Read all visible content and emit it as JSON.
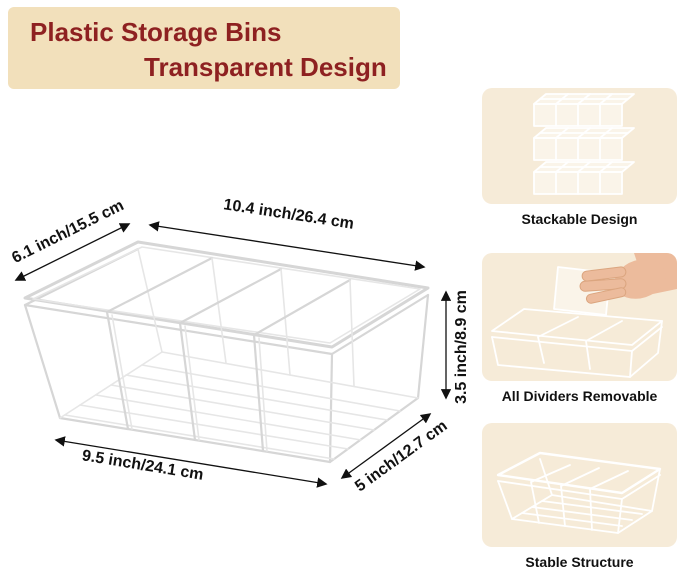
{
  "banner": {
    "line1": "Plastic Storage Bins",
    "line2": "Transparent Design"
  },
  "diagram": {
    "dimensions": {
      "top_width": "10.4 inch/26.4 cm",
      "left_depth": "6.1 inch/15.5 cm",
      "height": "3.5 inch/8.9 cm",
      "bottom_width": "9.5 inch/24.1 cm",
      "right_depth": "5 inch/12.7 cm"
    }
  },
  "features": [
    {
      "label": "Stackable Design",
      "icon": "stacked-bins-icon"
    },
    {
      "label": "All Dividers Removable",
      "icon": "hand-removing-divider-icon"
    },
    {
      "label": "Stable Structure",
      "icon": "divided-bin-icon"
    }
  ],
  "colors": {
    "banner_bg": "#F2E0BB",
    "card_bg": "#F6EBD8",
    "heading": "#8E2121",
    "line": "#D6D6D6",
    "line_faint": "#E6E6E6",
    "ink": "#111111",
    "skin": "#ECBB9C",
    "skin_edge": "#DBA57F"
  }
}
